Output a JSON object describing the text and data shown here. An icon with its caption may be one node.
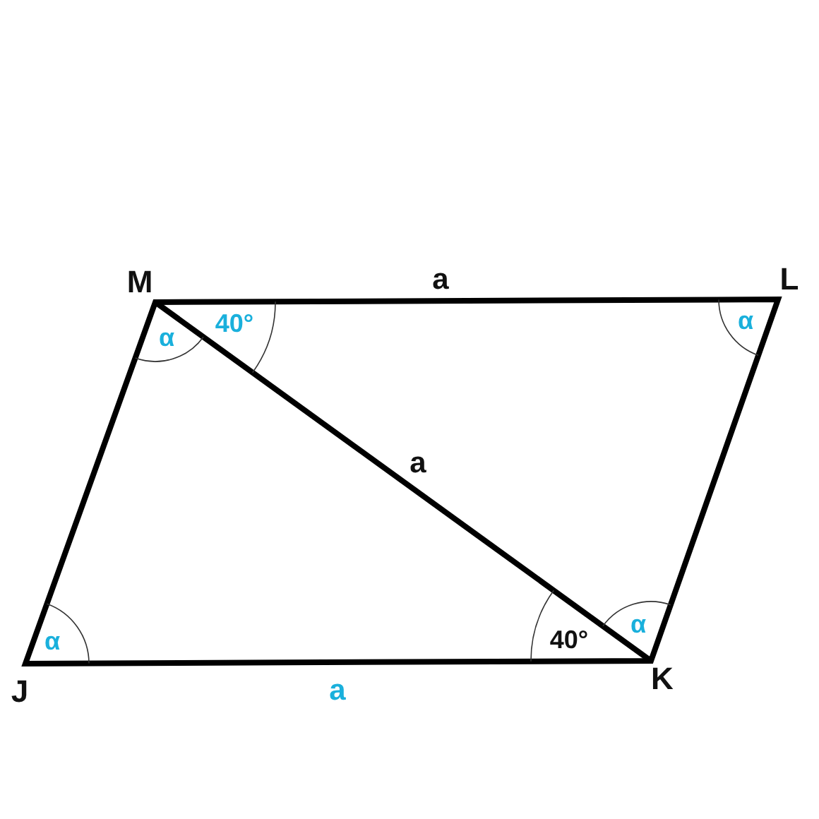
{
  "diagram": {
    "labels": [
      "M",
      "a",
      "L",
      "α",
      "40°",
      "α",
      "a",
      "α",
      "40°",
      "α",
      "J",
      "a",
      "K"
    ]
  }
}
